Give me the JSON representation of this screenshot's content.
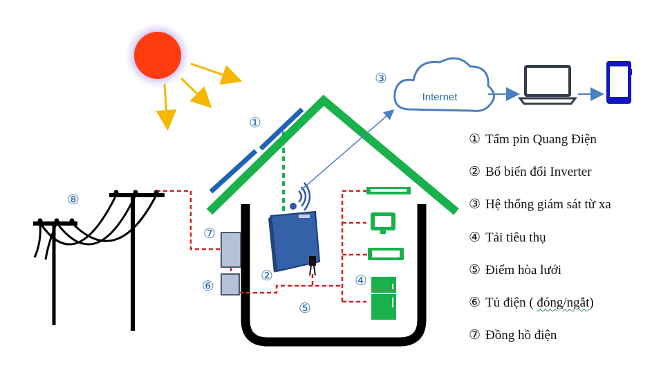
{
  "markers": {
    "m1": "①",
    "m2": "②",
    "m3": "③",
    "m4": "④",
    "m5": "⑤",
    "m6": "⑥",
    "m7": "⑦",
    "m8": "⑧"
  },
  "cloud": {
    "label": "Internet"
  },
  "legend": {
    "items": [
      {
        "num": "①",
        "text": "Tấm pin Quang Điện"
      },
      {
        "num": "②",
        "text": "Bổ biến đổi Inverter"
      },
      {
        "num": "③",
        "text": "Hệ thống giám sát từ xa"
      },
      {
        "num": "④",
        "text": "Tải tiêu thụ"
      },
      {
        "num": "⑤",
        "text": "Điểm hòa lưới"
      },
      {
        "num": "⑥",
        "text": "Tủ điện ( ",
        "underlined": "đóng/ngắt",
        "after": ")"
      },
      {
        "num": "⑦",
        "text": "Đồng hồ điện"
      }
    ]
  },
  "colors": {
    "roof_green": "#19b14b",
    "house_black": "#000000",
    "panel_blue": "#1f64b4",
    "wire_red": "#d32020",
    "sun_red": "#ff3b10",
    "ray_yellow": "#f5b700",
    "device_blue": "#2f5aa0",
    "marker_blue": "#2f6fb0"
  },
  "icons": [
    "sun-icon",
    "cloud-icon",
    "laptop-icon",
    "phone-icon",
    "inverter-icon",
    "wifi-icon",
    "tv-icon",
    "fridge-icon",
    "air-conditioner-icon",
    "power-pole-icon",
    "electric-meter-icon",
    "breaker-box-icon"
  ]
}
